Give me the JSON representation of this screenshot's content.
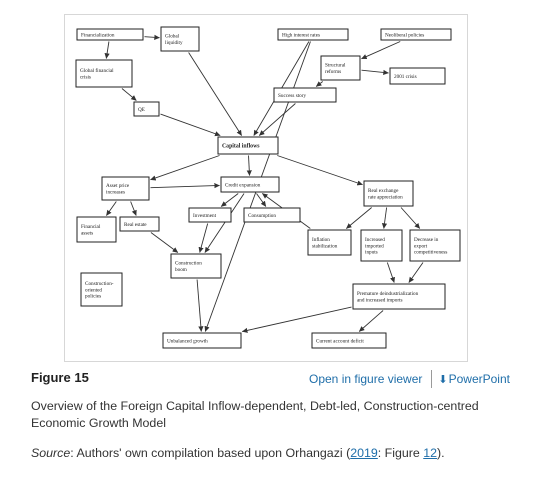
{
  "figure": {
    "label": "Figure 15",
    "open_viewer": "Open in figure viewer",
    "download_icon": "download-arrow-icon",
    "powerpoint": "PowerPoint",
    "caption": "Overview of the Foreign Capital Inflow-dependent, Debt-led, Construction-centred Economic Growth Model",
    "source_label": "Source",
    "source_text": ": Authors' own compilation based upon Orhangazi (",
    "source_year": "2019",
    "source_mid": ": Figure ",
    "source_fig": "12",
    "source_end": ")."
  },
  "diagram": {
    "nodes": [
      {
        "id": "financialization",
        "lines": [
          "Financialization"
        ]
      },
      {
        "id": "global-liquidity",
        "lines": [
          "Global",
          "liquidity"
        ]
      },
      {
        "id": "high-interest-rates",
        "lines": [
          "High interest rates"
        ]
      },
      {
        "id": "neoliberal-policies",
        "lines": [
          "Neoliberal policies"
        ]
      },
      {
        "id": "global-financial-crisis",
        "lines": [
          "Global financial",
          "crisis"
        ]
      },
      {
        "id": "structural-reforms",
        "lines": [
          "Structural",
          "reforms"
        ]
      },
      {
        "id": "crisis-2001",
        "lines": [
          "2001 crisis"
        ]
      },
      {
        "id": "success-story",
        "lines": [
          "Success story"
        ]
      },
      {
        "id": "qe",
        "lines": [
          "QE"
        ]
      },
      {
        "id": "capital-inflows",
        "lines": [
          "Capital inflows"
        ],
        "bold": true
      },
      {
        "id": "asset-price-increases",
        "lines": [
          "Asset price",
          "increases"
        ]
      },
      {
        "id": "credit-expansion",
        "lines": [
          "Credit expansion"
        ]
      },
      {
        "id": "real-exchange-rate",
        "lines": [
          "Real exchange",
          "rate appreciation"
        ]
      },
      {
        "id": "investment",
        "lines": [
          "Investment"
        ]
      },
      {
        "id": "consumption",
        "lines": [
          "Consumption"
        ]
      },
      {
        "id": "financial-assets",
        "lines": [
          "Financial",
          "assets"
        ]
      },
      {
        "id": "real-estate",
        "lines": [
          "Real estate"
        ]
      },
      {
        "id": "inflation-stabilization",
        "lines": [
          "Inflation",
          "stabilization"
        ]
      },
      {
        "id": "increased-imported-inputs",
        "lines": [
          "Increased",
          "imported",
          "inputs"
        ]
      },
      {
        "id": "decrease-export-competitiveness",
        "lines": [
          "Decrease in",
          "export",
          "competitiveness"
        ]
      },
      {
        "id": "construction-boom",
        "lines": [
          "Construction",
          "boom"
        ]
      },
      {
        "id": "construction-oriented-policies",
        "lines": [
          "Construction-",
          "oriented",
          "policies"
        ]
      },
      {
        "id": "premature-deindustrialization",
        "lines": [
          "Premature deindustrialization",
          "and increased imports"
        ]
      },
      {
        "id": "unbalanced-growth",
        "lines": [
          "Unbalanced growth"
        ]
      },
      {
        "id": "current-account-deficit",
        "lines": [
          "Current account deficit"
        ]
      }
    ],
    "edges": [
      [
        "financialization",
        "global-liquidity"
      ],
      [
        "financialization",
        "global-financial-crisis"
      ],
      [
        "global-financial-crisis",
        "qe"
      ],
      [
        "qe",
        "capital-inflows"
      ],
      [
        "global-liquidity",
        "capital-inflows"
      ],
      [
        "high-interest-rates",
        "capital-inflows"
      ],
      [
        "neoliberal-policies",
        "structural-reforms"
      ],
      [
        "structural-reforms",
        "crisis-2001"
      ],
      [
        "structural-reforms",
        "success-story"
      ],
      [
        "success-story",
        "capital-inflows"
      ],
      [
        "capital-inflows",
        "asset-price-increases"
      ],
      [
        "capital-inflows",
        "credit-expansion"
      ],
      [
        "capital-inflows",
        "real-exchange-rate"
      ],
      [
        "asset-price-increases",
        "credit-expansion"
      ],
      [
        "asset-price-increases",
        "financial-assets"
      ],
      [
        "asset-price-increases",
        "real-estate"
      ],
      [
        "credit-expansion",
        "investment"
      ],
      [
        "credit-expansion",
        "consumption"
      ],
      [
        "credit-expansion",
        "construction-boom"
      ],
      [
        "real-exchange-rate",
        "inflation-stabilization"
      ],
      [
        "real-exchange-rate",
        "increased-imported-inputs"
      ],
      [
        "real-exchange-rate",
        "decrease-export-competitiveness"
      ],
      [
        "inflation-stabilization",
        "credit-expansion"
      ],
      [
        "real-estate",
        "construction-boom"
      ],
      [
        "investment",
        "construction-boom"
      ],
      [
        "high-interest-rates",
        "unbalanced-growth"
      ],
      [
        "increased-imported-inputs",
        "premature-deindustrialization"
      ],
      [
        "decrease-export-competitiveness",
        "premature-deindustrialization"
      ],
      [
        "premature-deindustrialization",
        "current-account-deficit"
      ],
      [
        "premature-deindustrialization",
        "unbalanced-growth"
      ],
      [
        "construction-boom",
        "unbalanced-growth"
      ]
    ]
  }
}
